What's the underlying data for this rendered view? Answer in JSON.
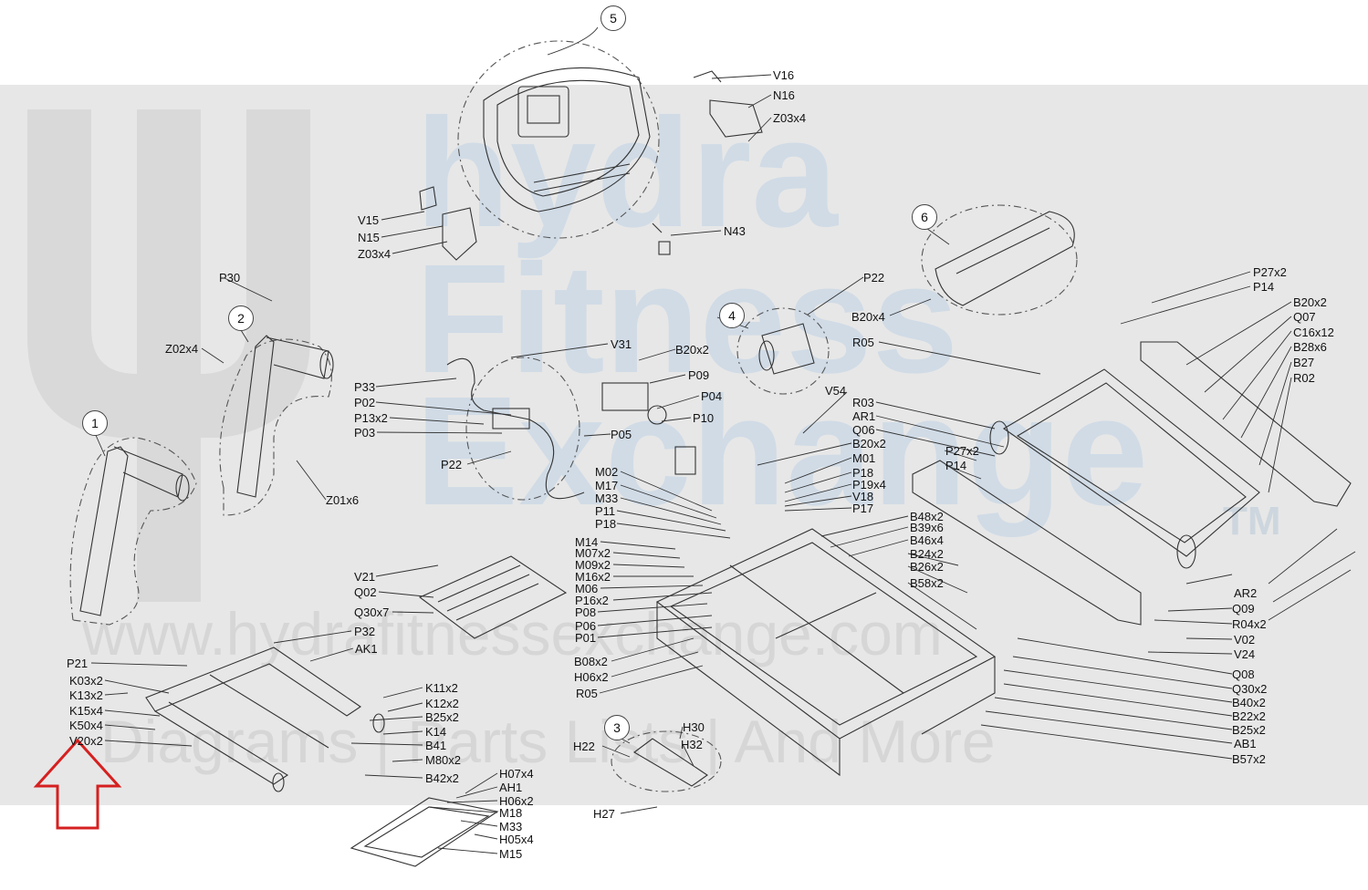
{
  "watermark": {
    "line1": "hydra",
    "line2": "Fitness",
    "line3": "Exchange",
    "trademark": "TM",
    "url": "www.hydrafitnessexchange.com",
    "tagline": "Diagrams | Parts Lists | And More"
  },
  "callouts": [
    {
      "id": "c5",
      "text": "5"
    },
    {
      "id": "c6",
      "text": "6"
    },
    {
      "id": "c2",
      "text": "2"
    },
    {
      "id": "c4",
      "text": "4"
    },
    {
      "id": "c1",
      "text": "1"
    },
    {
      "id": "c3",
      "text": "3"
    }
  ],
  "parts": [
    "V16",
    "N16",
    "Z03x4",
    "V15",
    "N15",
    "Z03x4",
    "N43",
    "P22",
    "B20x4",
    "P27x2",
    "P14",
    "B20x2",
    "Q07",
    "C16x12",
    "B28x6",
    "B27",
    "R02",
    "R05",
    "P30",
    "Z02x4",
    "V31",
    "B20x2",
    "P33",
    "P09",
    "P02",
    "P04",
    "P13x2",
    "P10",
    "P03",
    "P05",
    "P22",
    "Z01x6",
    "V54",
    "R03",
    "AR1",
    "Q06",
    "B20x2",
    "P27x2",
    "P14",
    "M01",
    "P18",
    "P19x4",
    "V18",
    "P17",
    "M02",
    "M17",
    "M33",
    "P11",
    "P18",
    "B48x2",
    "B39x6",
    "B46x4",
    "B24x2",
    "B26x2",
    "B58x2",
    "M14",
    "M07x2",
    "M09x2",
    "M16x2",
    "M06",
    "P16x2",
    "P08",
    "P06",
    "P01",
    "B08x2",
    "H06x2",
    "R05",
    "V21",
    "Q02",
    "Q30x7",
    "P32",
    "AK1",
    "P21",
    "K03x2",
    "K13x2",
    "K15x4",
    "K50x4",
    "V20x2",
    "K11x2",
    "K12x2",
    "B25x2",
    "K14",
    "B41",
    "M80x2",
    "B42x2",
    "AR2",
    "Q09",
    "R04x2",
    "V02",
    "V24",
    "Q08",
    "Q30x2",
    "B40x2",
    "B22x2",
    "B25x2",
    "AB1",
    "B57x2",
    "H30",
    "H22",
    "H32",
    "H27",
    "H07x4",
    "AH1",
    "H06x2",
    "M18",
    "M33",
    "H05x4",
    "M15"
  ]
}
